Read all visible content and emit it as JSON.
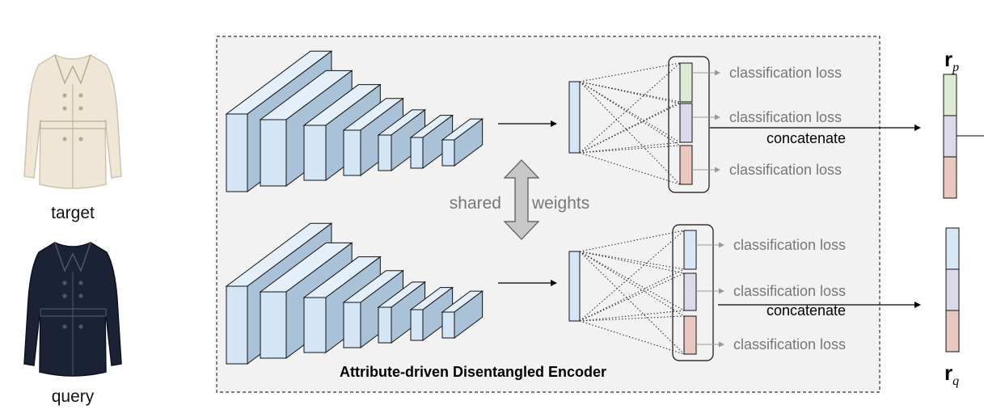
{
  "images": {
    "target_label": "target",
    "query_label": "query",
    "target_coat_color": "#efe6d6",
    "query_coat_color": "#1c2236"
  },
  "encoder": {
    "title": "Attribute-driven Disentangled Encoder",
    "shared_left": "shared",
    "shared_right": "weights",
    "head_count": 3
  },
  "branches": [
    {
      "id": "target",
      "loss_labels": [
        "classification loss",
        "classification loss",
        "classification loss"
      ],
      "concat_label": "concatenate",
      "output_symbol": "r",
      "output_subscript": "p",
      "segment_colors": [
        "#dcebd2",
        "#ddd9ea",
        "#eac7bf"
      ]
    },
    {
      "id": "query",
      "loss_labels": [
        "classification loss",
        "classification loss",
        "classification loss"
      ],
      "concat_label": "concatenate",
      "output_symbol": "r",
      "output_subscript": "q",
      "segment_colors": [
        "#d7e7f5",
        "#ddd9ea",
        "#eac7bf"
      ]
    }
  ],
  "colors": {
    "block_front": "#d4e5f5",
    "block_top": "#e4eff9",
    "block_side": "#a9c2d8",
    "panel_bg": "#f2f2f2",
    "arrow_gray": "#999999",
    "text_gray": "#777777"
  }
}
